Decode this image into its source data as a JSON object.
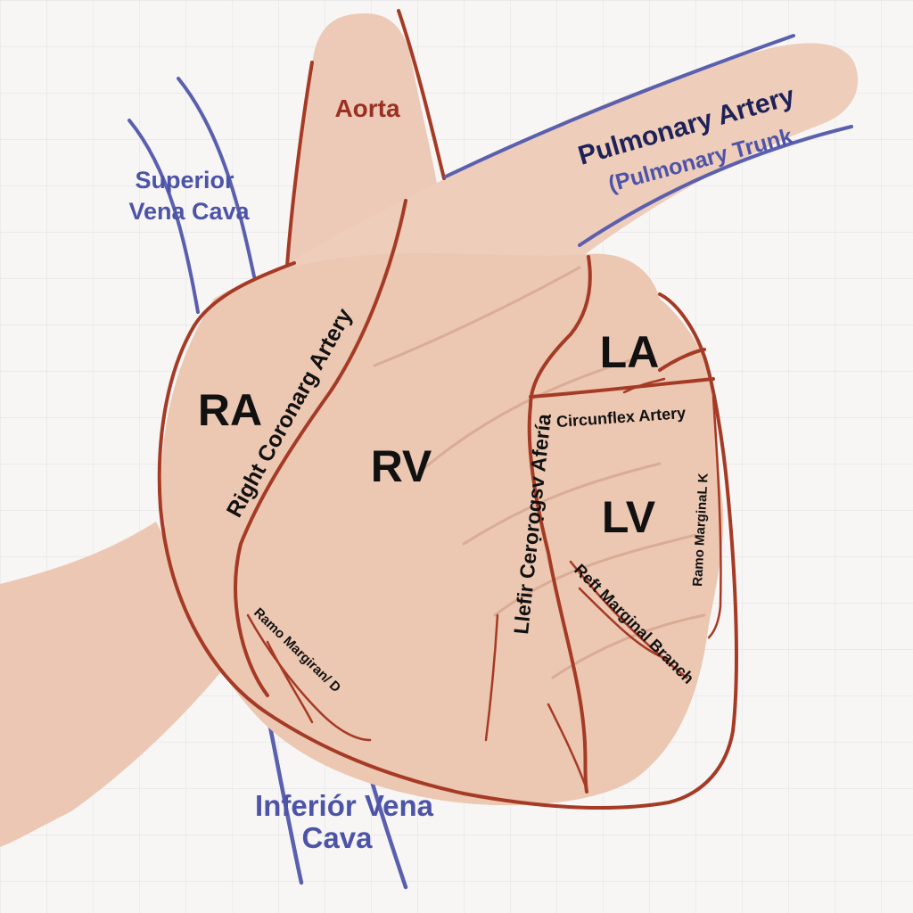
{
  "colors": {
    "background": "#f7f6f5",
    "grid": "#e2e4e8",
    "skin": "#ecc8b4",
    "skin_shadow": "#d9ab94",
    "artery": "#a53a25",
    "vein": "#5a5fae",
    "label_dark": "#111111",
    "label_aorta": "#9a2f22",
    "label_navy": "#1e2257",
    "label_blue": "#4d54a8"
  },
  "labels": {
    "aorta": "Aorta",
    "pulmonary_artery": "Pulmonary Artery",
    "pulmonary_trunk": "(Pulmonary Trunk",
    "superior_vena_cava_line1": "Superior",
    "superior_vena_cava_line2": "Vena Cava",
    "right_atrium": "RA",
    "right_ventricle": "RV",
    "left_atrium": "LA",
    "left_ventricle": "LV",
    "right_coronary_artery": "Right Coronarg Artery",
    "left_coronary_artery": "Llefir Cerọrọgsv Afería",
    "circumflex_artery": "Circunflex Artery",
    "ramo_marginal_right": "Ramo Margiran/ D",
    "ramo_marginal_left": "Ramo MarginaL K",
    "left_marginal_branch": "Reft Marginal Branch",
    "inferior_vena_cava_line1": "Inferiór Vena",
    "inferior_vena_cava_line2": "Cava"
  },
  "icons": [
    "hand-heart-illustration"
  ]
}
